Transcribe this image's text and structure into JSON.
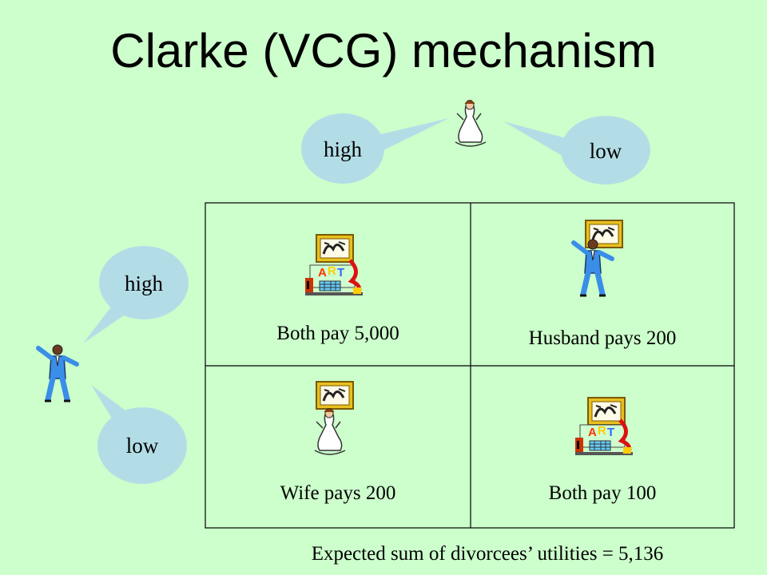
{
  "title": "Clarke (VCG) mechanism",
  "wife_options": {
    "high": "high",
    "low": "low"
  },
  "husband_options": {
    "high": "high",
    "low": "low"
  },
  "grid": {
    "high_high": "Both pay 5,000",
    "husband_high_wife_low": "Husband pays 200",
    "husband_low_wife_high": "Wife pays 200",
    "low_low": "Both pay 100"
  },
  "footer": "Expected sum of divorcees’ utilities = 5,136",
  "icons": [
    "bride-icon",
    "groom-icon",
    "art-picture-icon"
  ],
  "colors": {
    "background": "#ccffcc",
    "bubble": "#b3dde6"
  }
}
